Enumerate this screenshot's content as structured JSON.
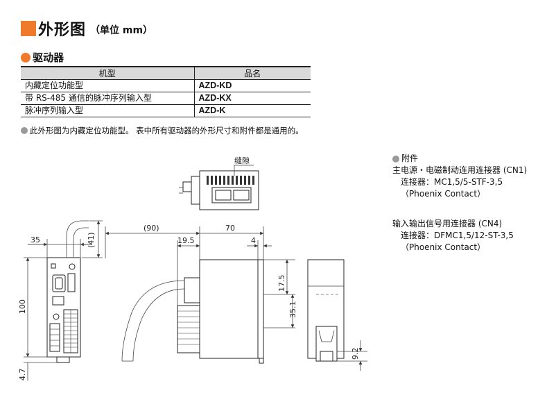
{
  "title": {
    "main": "外形图",
    "unit": "（单位 mm）"
  },
  "section": {
    "label": "驱动器"
  },
  "table": {
    "headers": [
      "机型",
      "品名"
    ],
    "rows": [
      {
        "type": "内藏定位功能型",
        "product": "AZD-KD"
      },
      {
        "type": "带 RS-485 通信的脉冲序列输入型",
        "product": "AZD-KX"
      },
      {
        "type": "脉冲序列输入型",
        "product": "AZD-K"
      }
    ]
  },
  "note": "此外形图为内藏定位功能型。 表中所有驱动器的外形尺寸和附件都是通用的。",
  "accessories": {
    "head": "附件",
    "items": [
      {
        "name": "主电源・电磁制动连用连接器 (CN1)",
        "connector": "连接器：MC1,5/5-STF-3,5",
        "maker": "（Phoenix Contact）"
      },
      {
        "name": "输入输出信号用连接器 (CN4)",
        "connector": "连接器：DFMC1,5/12-ST-3,5",
        "maker": "（Phoenix Contact）"
      }
    ]
  },
  "drawing": {
    "gap_label": "缝隙",
    "dims": {
      "width_top": "35",
      "cable_41": "(41)",
      "height_left": "100",
      "bottom_47": "4.7",
      "depth_90": "(90)",
      "depth_70": "70",
      "d_195": "19.5",
      "d_4": "4",
      "d_175": "17.5",
      "d_351": "35.1",
      "d_92": "9.2"
    }
  }
}
